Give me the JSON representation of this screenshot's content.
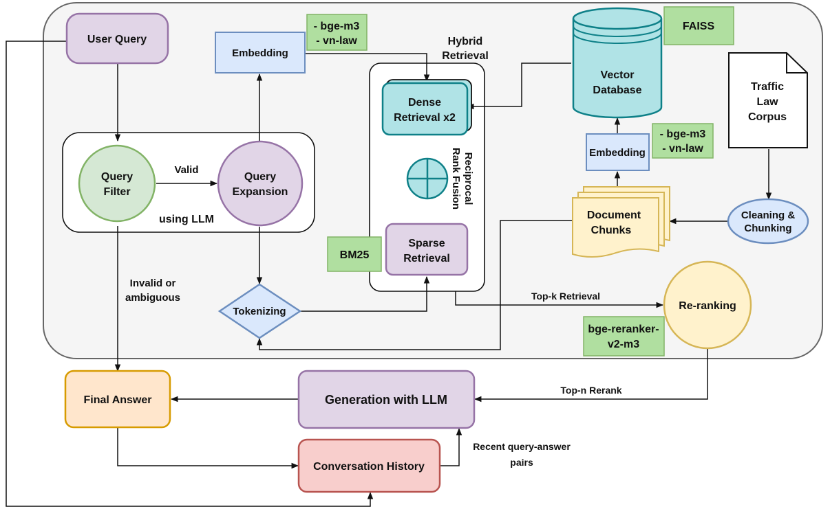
{
  "diagram": {
    "nodes": {
      "user_query": "User Query",
      "embedding_top": "Embedding",
      "embedding_top_note": [
        "- bge-m3",
        "- vn-law"
      ],
      "hybrid_retrieval": [
        "Hybrid",
        "Retrieval"
      ],
      "dense_retrieval": [
        "Dense",
        "Retrieval x2"
      ],
      "rrf": [
        "Reciprocal",
        "Rank Fusion"
      ],
      "sparse_retrieval": [
        "Sparse",
        "Retrieval"
      ],
      "bm25": "BM25",
      "vector_db": [
        "Vector",
        "Database"
      ],
      "faiss": "FAISS",
      "traffic_law_corpus": [
        "Traffic",
        "Law",
        "Corpus"
      ],
      "embedding_right": "Embedding",
      "embedding_right_note": [
        "- bge-m3",
        "- vn-law"
      ],
      "document_chunks": [
        "Document",
        "Chunks"
      ],
      "cleaning_chunking": [
        "Cleaning &",
        "Chunking"
      ],
      "query_filter": [
        "Query",
        "Filter"
      ],
      "query_expansion": [
        "Query",
        "Expansion"
      ],
      "using_llm": "using LLM",
      "tokenizing": "Tokenizing",
      "re_ranking": "Re-ranking",
      "reranker_model": [
        "bge-reranker-",
        "v2-m3"
      ],
      "final_answer": "Final Answer",
      "generation_llm": "Generation with LLM",
      "conversation_history": "Conversation History"
    },
    "edge_labels": {
      "valid": "Valid",
      "invalid": [
        "Invalid or",
        "ambiguous"
      ],
      "top_k": "Top-k Retrieval",
      "top_n": "Top-n Rerank",
      "recent_pairs": [
        "Recent query-answer",
        "pairs"
      ]
    },
    "colors": {
      "purple_fill": "#e1d5e7",
      "purple_stroke": "#9673a6",
      "blue_fill": "#dae8fc",
      "blue_stroke": "#6c8ebf",
      "green_fill": "#d5e8d4",
      "green_stroke": "#82b366",
      "note_fill": "#b0dfa0",
      "note_stroke": "#82b366",
      "teal_fill": "#b0e3e6",
      "teal_stroke": "#0e8088",
      "yellow_fill": "#fff2cc",
      "yellow_stroke": "#d6b656",
      "orange_fill": "#ffe6cc",
      "orange_stroke": "#d79b00",
      "red_fill": "#f8cecc",
      "red_stroke": "#b85450",
      "valid_text": "#2e9e5b",
      "invalid_text": "#a8233a",
      "container_fill": "#f5f5f5",
      "container_stroke": "#666666"
    }
  }
}
